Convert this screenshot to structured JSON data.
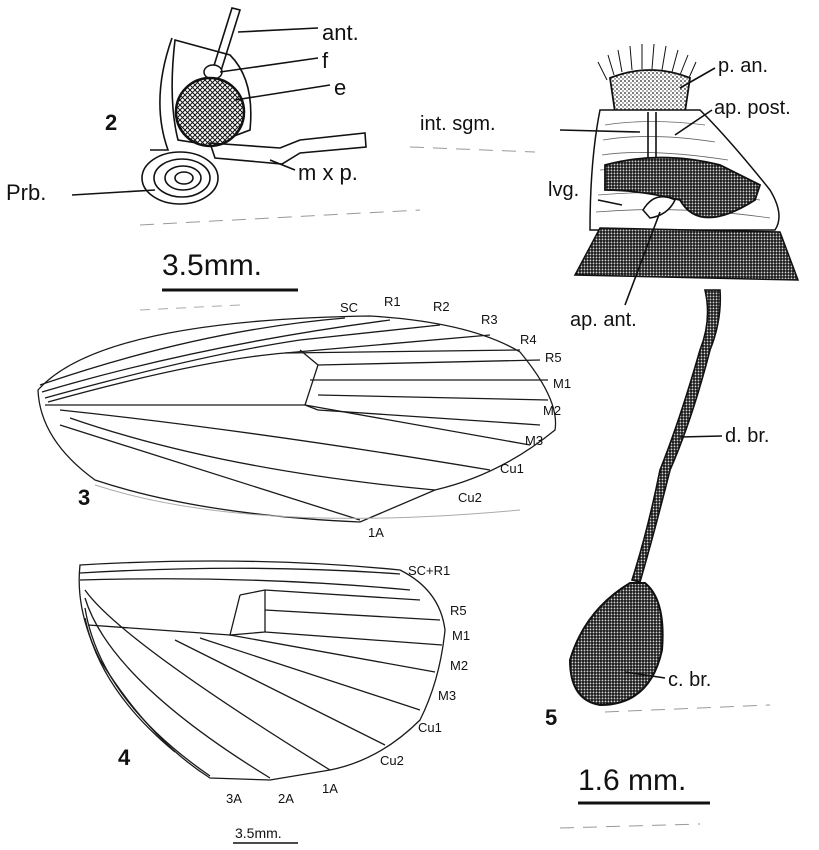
{
  "figures": {
    "head": {
      "number": "2",
      "labels": {
        "antenna": "ant.",
        "frons": "f",
        "eye": "e",
        "maxillary_palp": "m x p.",
        "proboscis": "Prb."
      },
      "scale": "3.5mm."
    },
    "forewing": {
      "number": "3",
      "veins": [
        "SC",
        "R1",
        "R2",
        "R3",
        "R4",
        "R5",
        "M1",
        "M2",
        "M3",
        "Cu1",
        "Cu2",
        "1A"
      ]
    },
    "hindwing": {
      "number": "4",
      "veins": [
        "SC+R1",
        "R5",
        "M1",
        "M2",
        "M3",
        "Cu1",
        "Cu2",
        "1A",
        "2A",
        "3A"
      ],
      "scale": "3.5mm."
    },
    "genitalia": {
      "number": "5",
      "labels": {
        "papilla_analis": "p. an.",
        "apophysis_posterior": "ap. post.",
        "intersegmental": "int. sgm.",
        "lamella_vaginalis": "lvg.",
        "apophysis_anterior": "ap. ant.",
        "ductus_bursae": "d. br.",
        "corpus_bursae": "c. br."
      },
      "scale": "1.6 mm."
    }
  },
  "colors": {
    "ink": "#111111",
    "paper": "#ffffff"
  }
}
